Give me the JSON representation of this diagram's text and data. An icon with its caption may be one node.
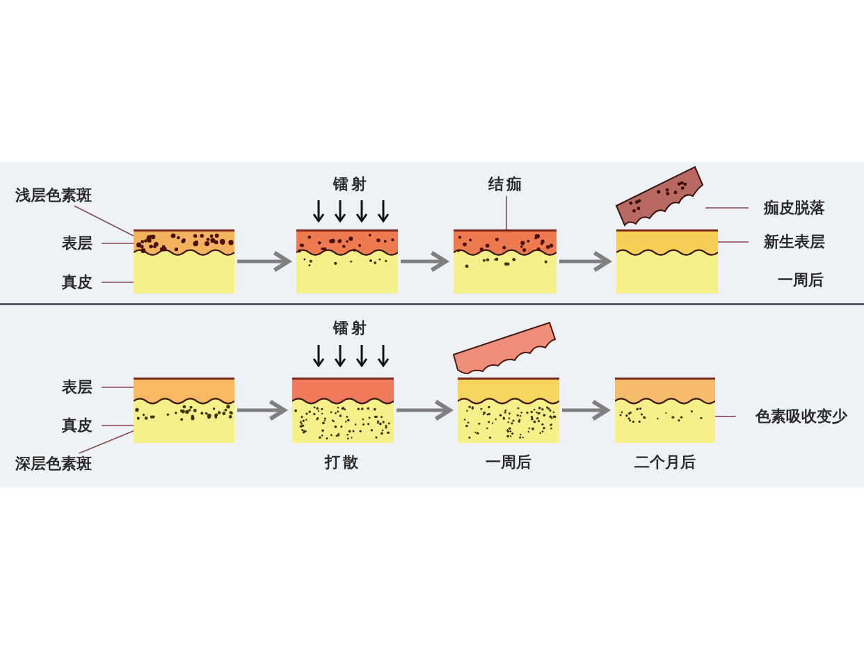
{
  "diagram": {
    "nodes": [
      {
        "text": [
          "浅层色素斑"
        ]
      },
      {
        "text": [
          "表层"
        ]
      },
      {
        "text": [
          "真皮"
        ]
      },
      {
        "text": [],
        "shape": "picture"
      },
      {
        "text": [],
        "shape": "picture"
      },
      {
        "text": [
          "结痂"
        ]
      },
      {
        "text": [],
        "shape": "picture"
      },
      {
        "text": [],
        "shape": "picture"
      },
      {
        "text": [
          "痂皮脱落"
        ]
      },
      {
        "text": [],
        "shape": "picture"
      },
      {
        "text": [
          "新生表层"
        ]
      },
      {
        "text": [
          "表层"
        ]
      },
      {
        "text": [
          "真皮"
        ]
      },
      {
        "text": [
          "深层色素斑"
        ]
      },
      {
        "text": [],
        "shape": "picture"
      },
      {
        "text": [],
        "shape": "picture",
        "beside": [
          "打散"
        ]
      },
      {
        "text": [],
        "shape": "picture",
        "beside": [
          "一周后"
        ]
      },
      {
        "text": [],
        "shape": "picture",
        "beside": [
          "二个月后"
        ]
      },
      {
        "text": [
          "色素吸收变少"
        ]
      }
    ],
    "edges": [
      {
        "from": 0,
        "to": 3,
        "arrow": "none"
      },
      {
        "from": 1,
        "to": 3,
        "arrow": "none"
      },
      {
        "from": 2,
        "to": 3,
        "arrow": "none"
      },
      {
        "from": 3,
        "to": 4,
        "arrow": "to",
        "style": "thick",
        "color": "#808080"
      },
      {
        "from": 5,
        "to": 6,
        "arrow": "none"
      },
      {
        "from": 4,
        "to": 6,
        "arrow": "to",
        "style": "thick",
        "color": "#808080"
      },
      {
        "from": 8,
        "to": 7,
        "arrow": "none"
      },
      {
        "from": 6,
        "to": 9,
        "arrow": "to",
        "style": "thick",
        "color": "#808080"
      },
      {
        "from": 10,
        "to": 9,
        "arrow": "none"
      },
      {
        "from": 11,
        "to": 14,
        "arrow": "none"
      },
      {
        "from": 12,
        "to": 14,
        "arrow": "none"
      },
      {
        "from": 13,
        "to": 14,
        "arrow": "none"
      },
      {
        "from": 14,
        "to": 15,
        "arrow": "to",
        "style": "thick",
        "color": "#808080"
      },
      {
        "from": 15,
        "to": 16,
        "arrow": "to",
        "style": "thick",
        "color": "#808080"
      },
      {
        "from": 16,
        "to": 17,
        "arrow": "to",
        "style": "thick",
        "color": "#808080"
      },
      {
        "from": 18,
        "to": 17,
        "arrow": "none"
      }
    ],
    "labels": [
      "镭射",
      "一周后",
      "镭射"
    ]
  }
}
